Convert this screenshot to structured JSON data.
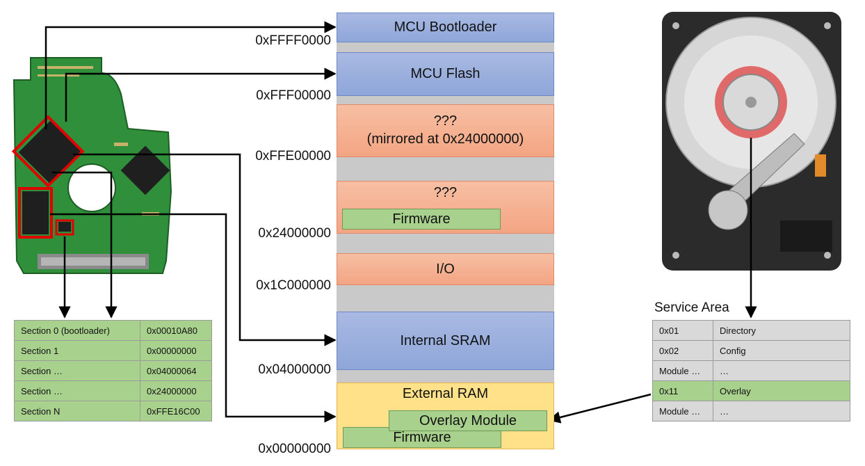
{
  "memory_map": {
    "regions": [
      {
        "label": "MCU Bootloader"
      },
      {
        "label": "MCU Flash"
      },
      {
        "label": "???",
        "sublabel": "(mirrored at 0x24000000)"
      },
      {
        "label": "???",
        "inner": "Firmware"
      },
      {
        "label": "I/O"
      },
      {
        "label": "Internal SRAM"
      },
      {
        "label": "External RAM",
        "inner_top": "Overlay Module",
        "inner_bottom": "Firmware"
      }
    ],
    "addresses": [
      "0xFFFF0000",
      "0xFFF00000",
      "0xFFE00000",
      "0x24000000",
      "0x1C000000",
      "0x04000000",
      "0x00000000"
    ]
  },
  "flash_sections": [
    {
      "name": "Section 0 (bootloader)",
      "addr": "0x00010A80"
    },
    {
      "name": "Section 1",
      "addr": "0x00000000"
    },
    {
      "name": "Section …",
      "addr": "0x04000064"
    },
    {
      "name": "Section …",
      "addr": "0x24000000"
    },
    {
      "name": "Section N",
      "addr": "0xFFE16C00"
    }
  ],
  "service_area": {
    "title": "Service Area",
    "rows": [
      {
        "id": "0x01",
        "name": "Directory"
      },
      {
        "id": "0x02",
        "name": "Config"
      },
      {
        "id": "Module …",
        "name": "…"
      },
      {
        "id": "0x11",
        "name": "Overlay"
      },
      {
        "id": "Module …",
        "name": "…"
      }
    ]
  },
  "colors": {
    "blue_region": "#8ea6d9",
    "salmon_region": "#f3a583",
    "green_highlight": "#a9d18e",
    "yellow_region": "#ffe18a",
    "highlight_red": "#e00000"
  },
  "images": {
    "pcb": "hard-drive-pcb-image",
    "disk": "hard-disk-platter-image"
  }
}
